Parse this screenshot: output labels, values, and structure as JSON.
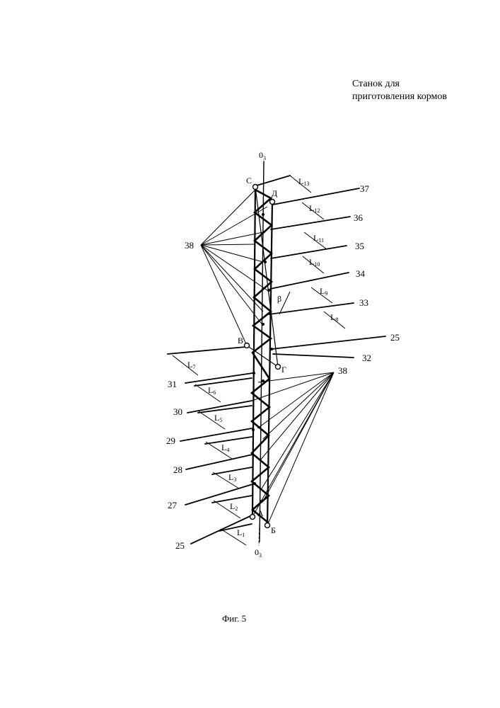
{
  "title": {
    "line1": "Станок для",
    "line2": "приготовления кормов"
  },
  "caption": "Фиг. 5",
  "axis_labels": {
    "top": "0",
    "top_sub": "3",
    "bottom": "0",
    "bottom_sub": "3"
  },
  "points": {
    "C": "С",
    "D": "Д",
    "V": "В",
    "G": "Г",
    "A": "А",
    "B": "Б",
    "beta": "β"
  },
  "callouts": {
    "n37": "37",
    "n36": "36",
    "n35": "35",
    "n34": "34",
    "n33": "33",
    "n25a": "25",
    "n32": "32",
    "n25b": "25",
    "n31": "31",
    "n30": "30",
    "n29": "29",
    "n28": "28",
    "n27": "27",
    "n38a": "38",
    "n38b": "38"
  },
  "dims": {
    "L13": {
      "main": "L",
      "sub": "13"
    },
    "L12": {
      "main": "L",
      "sub": "12"
    },
    "L11": {
      "main": "L",
      "sub": "11"
    },
    "L10": {
      "main": "L",
      "sub": "10"
    },
    "L9": {
      "main": "L",
      "sub": "9"
    },
    "L8": {
      "main": "L",
      "sub": "8"
    },
    "L7": {
      "main": "L",
      "sub": "7"
    },
    "L6": {
      "main": "L",
      "sub": "6"
    },
    "L5": {
      "main": "L",
      "sub": "5"
    },
    "L4": {
      "main": "L",
      "sub": "4"
    },
    "L3": {
      "main": "L",
      "sub": "3"
    },
    "L2": {
      "main": "L",
      "sub": "2"
    },
    "L1": {
      "main": "L",
      "sub": "1"
    }
  }
}
